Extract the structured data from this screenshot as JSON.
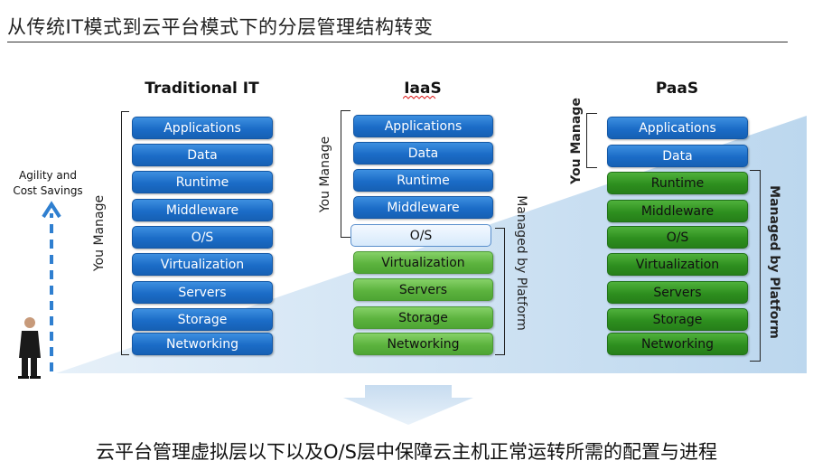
{
  "title": "从传统IT模式到云平台模式下的分层管理结构转变",
  "columns": [
    {
      "heading": "Traditional IT",
      "you_manage": "You Manage",
      "layers": [
        "Applications",
        "Data",
        "Runtime",
        "Middleware",
        "O/S",
        "Virtualization",
        "Servers",
        "Storage",
        "Networking"
      ]
    },
    {
      "heading": "IaaS",
      "you_manage": "You Manage",
      "managed_by": "Managed by Platform",
      "layers": [
        "Applications",
        "Data",
        "Runtime",
        "Middleware",
        "O/S",
        "Virtualization",
        "Servers",
        "Storage",
        "Networking"
      ]
    },
    {
      "heading": "PaaS",
      "you_manage": "You Manage",
      "managed_by": "Managed by Platform",
      "layers": [
        "Applications",
        "Data",
        "Runtime",
        "Middleware",
        "O/S",
        "Virtualization",
        "Servers",
        "Storage",
        "Networking"
      ]
    }
  ],
  "agility": [
    "Agility and",
    "Cost Savings"
  ],
  "caption": "云平台管理虚拟层以下以及O/S层中保障云主机正常运转所需的配置与进程",
  "colors": {
    "blue": "#1b6cc7",
    "green": "#5cb33e",
    "dark_green": "#2e8f1f",
    "wedge": "#cfe3f3",
    "arrow": "#2f7fd0"
  }
}
